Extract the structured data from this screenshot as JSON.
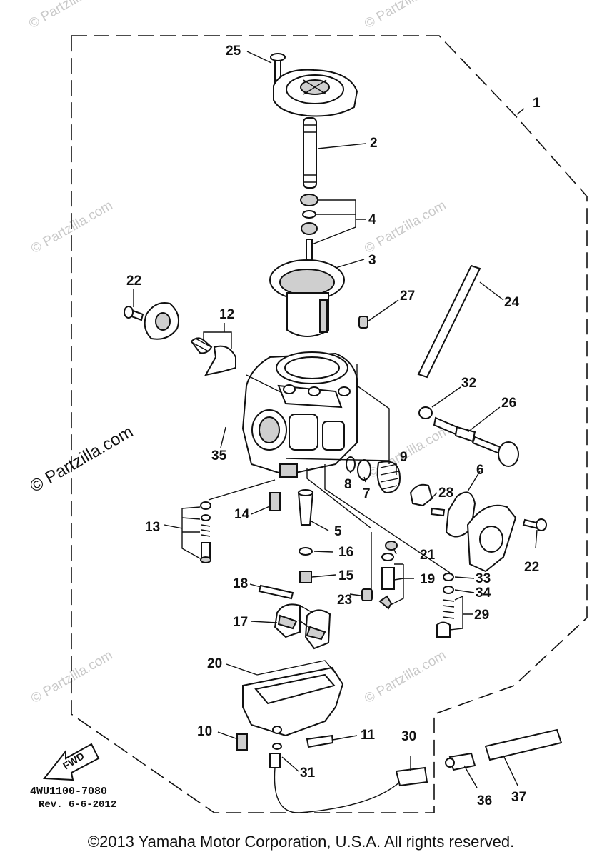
{
  "watermark": "© Partzilla.com",
  "fwd_label": "FWD",
  "diagram_code": "4WU1100-7080",
  "revision": "Rev.  6-6-2012",
  "copyright": "©2013 Yamaha Motor Corporation, U.S.A. All rights reserved.",
  "callouts": {
    "c1": "1",
    "c2": "2",
    "c3": "3",
    "c4": "4",
    "c5": "5",
    "c6": "6",
    "c7": "7",
    "c8": "8",
    "c9": "9",
    "c10": "10",
    "c11": "11",
    "c12": "12",
    "c13": "13",
    "c14": "14",
    "c15": "15",
    "c16": "16",
    "c17": "17",
    "c18": "18",
    "c19": "19",
    "c20": "20",
    "c21": "21",
    "c22a": "22",
    "c22b": "22",
    "c23": "23",
    "c24": "24",
    "c25": "25",
    "c26": "26",
    "c27": "27",
    "c28": "28",
    "c29": "29",
    "c30": "30",
    "c31": "31",
    "c32": "32",
    "c33": "33",
    "c34": "34",
    "c35": "35",
    "c36": "36",
    "c37": "37"
  }
}
